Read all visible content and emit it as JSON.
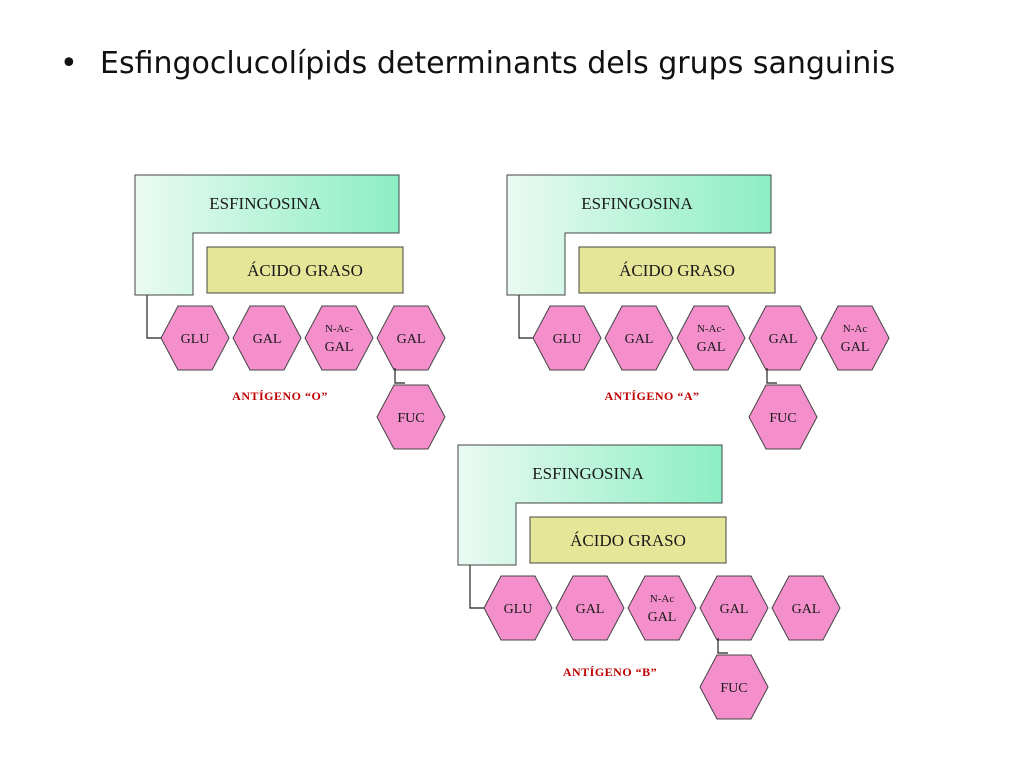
{
  "slide": {
    "title": "Esfingoclucolípids determinants dels grups sanguinis",
    "bullet": "•"
  },
  "colors": {
    "sphingosine_start": "#eafaf2",
    "sphingosine_end": "#8ceec4",
    "fatty_acid": "#e6e699",
    "hexagon": "#f48fcc",
    "antigen_label": "#c00000",
    "stroke": "#444444"
  },
  "diagrams": [
    {
      "id": "o",
      "sphingosine": "ESFINGOSINA",
      "fatty_acid": "ÁCIDO GRASO",
      "chain": [
        {
          "line1": "GLU",
          "line2": ""
        },
        {
          "line1": "GAL",
          "line2": ""
        },
        {
          "line1": "N-Ac-",
          "line2": "GAL"
        },
        {
          "line1": "GAL",
          "line2": ""
        }
      ],
      "branch": {
        "line1": "FUC",
        "line2": ""
      },
      "antigen_label": "ANTÍGENO “O”"
    },
    {
      "id": "a",
      "sphingosine": "ESFINGOSINA",
      "fatty_acid": "ÁCIDO GRASO",
      "chain": [
        {
          "line1": "GLU",
          "line2": ""
        },
        {
          "line1": "GAL",
          "line2": ""
        },
        {
          "line1": "N-Ac-",
          "line2": "GAL"
        },
        {
          "line1": "GAL",
          "line2": ""
        },
        {
          "line1": "N-Ac",
          "line2": "GAL"
        }
      ],
      "branch": {
        "line1": "FUC",
        "line2": ""
      },
      "antigen_label": "ANTÍGENO “A”"
    },
    {
      "id": "b",
      "sphingosine": "ESFINGOSINA",
      "fatty_acid": "ÁCIDO GRASO",
      "chain": [
        {
          "line1": "GLU",
          "line2": ""
        },
        {
          "line1": "GAL",
          "line2": ""
        },
        {
          "line1": "N-Ac",
          "line2": "GAL"
        },
        {
          "line1": "GAL",
          "line2": ""
        },
        {
          "line1": "GAL",
          "line2": ""
        }
      ],
      "branch": {
        "line1": "FUC",
        "line2": ""
      },
      "antigen_label": "ANTÍGENO “B”"
    }
  ]
}
